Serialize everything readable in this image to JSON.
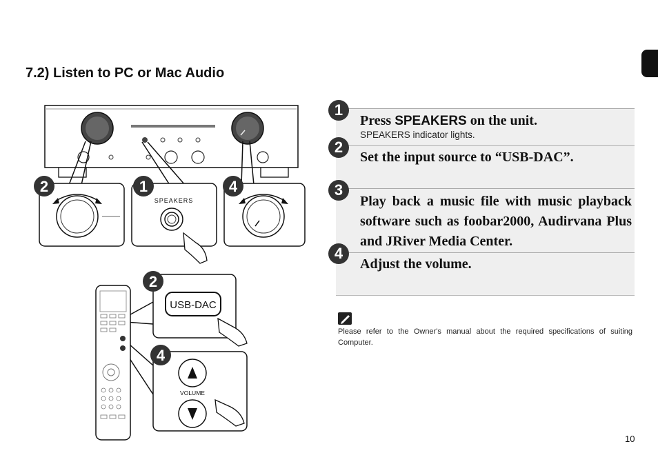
{
  "section": {
    "title": "7.2) Listen to PC or Mac Audio"
  },
  "steps": [
    {
      "number": "1",
      "prefix": "Press ",
      "key": "SPEAKERS",
      "suffix": " on the unit.",
      "subtext": "SPEAKERS indicator lights."
    },
    {
      "number": "2",
      "text": "Set the input source to “USB-DAC”."
    },
    {
      "number": "3",
      "text": "Play back a music file with music playback software such as foobar2000, Audirvana Plus and JRiver Media Center."
    },
    {
      "number": "4",
      "text": "Adjust the volume."
    }
  ],
  "illustration": {
    "callout_numbers": [
      "2",
      "1",
      "4",
      "2",
      "4"
    ],
    "speakers_label": "SPEAKERS",
    "usb_dac_label": "USB-DAC",
    "volume_label": "VOLUME"
  },
  "note": {
    "icon": "pencil-note-icon",
    "text": "Please refer to the Owner's manual about the required specifications of suiting Computer."
  },
  "page": {
    "number": "10"
  }
}
